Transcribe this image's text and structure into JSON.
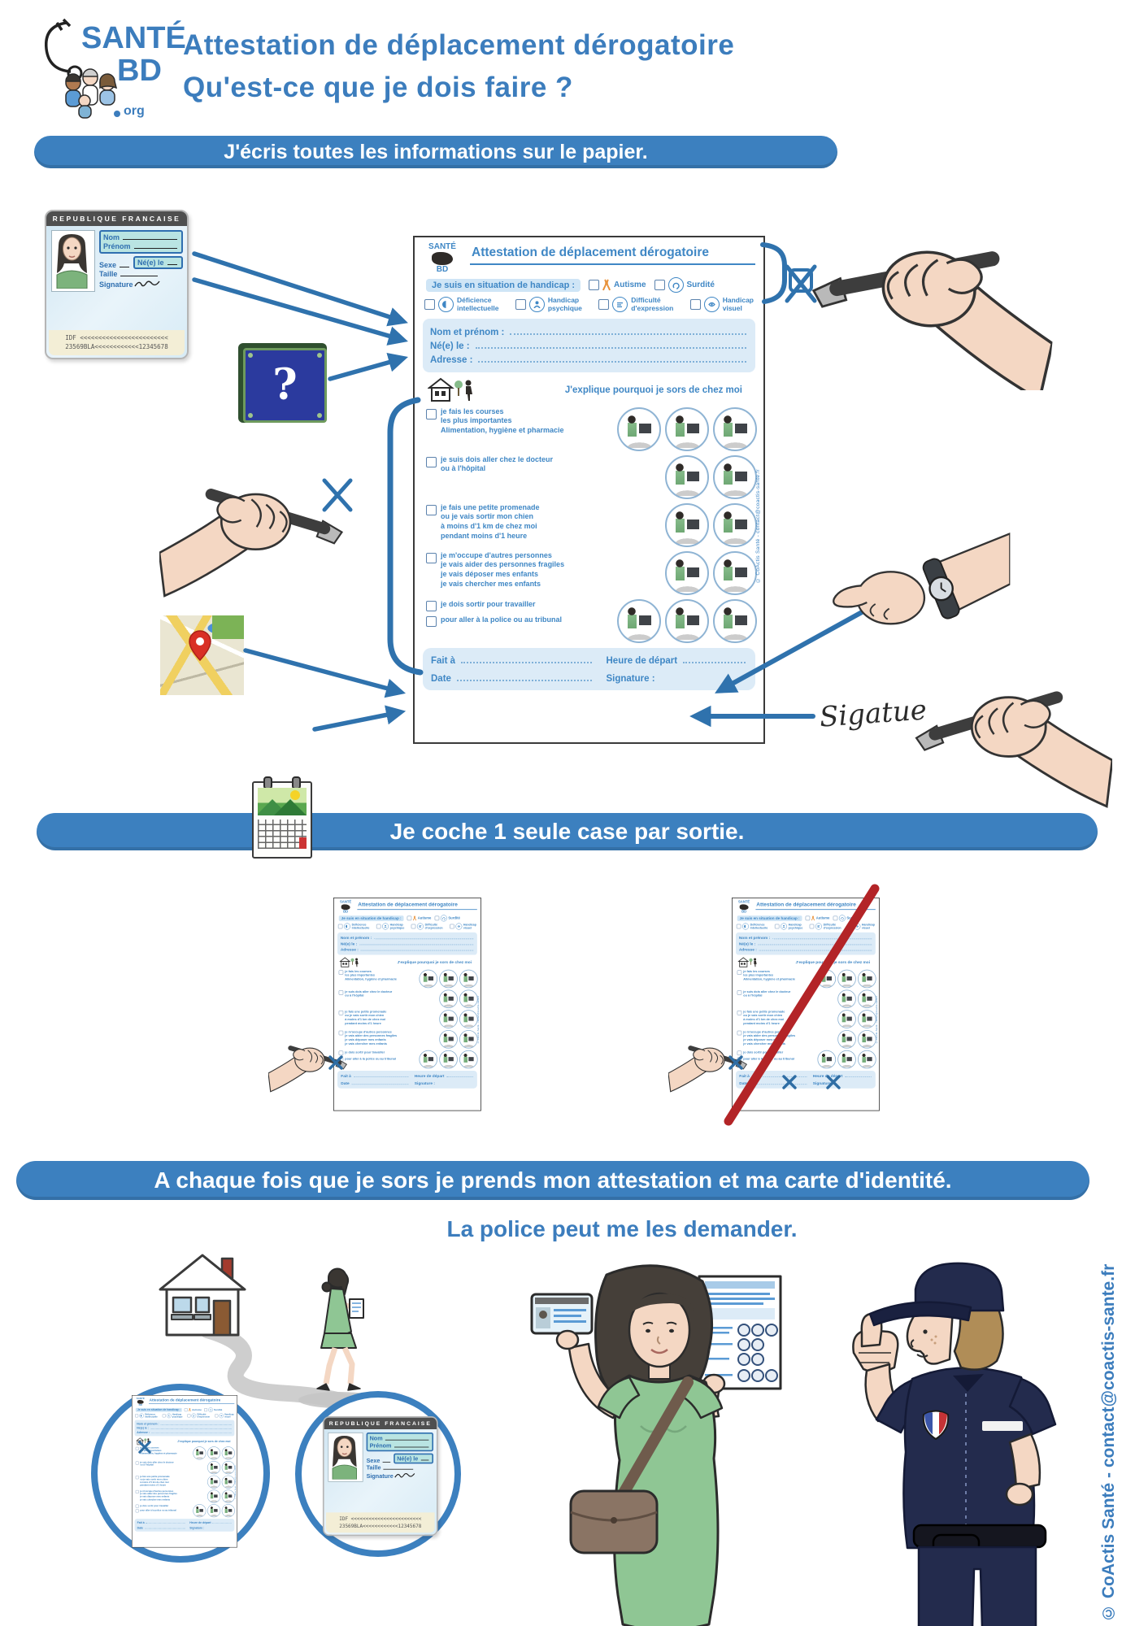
{
  "header": {
    "logo": {
      "sante": "SANTÉ",
      "bd": "BD",
      "org": "org"
    },
    "title_line1": "Attestation de déplacement dérogatoire",
    "title_line2": "Qu'est-ce que je dois faire ?"
  },
  "banners": {
    "b1": "J'écris toutes les informations sur le papier.",
    "b2": "Je coche 1 seule case par sortie.",
    "b3": "A chaque fois que je sors je prends mon attestation et ma carte d'identité.",
    "b3_sub": "La police peut me les demander."
  },
  "id_card": {
    "header": "REPUBLIQUE FRANCAISE",
    "nom": "Nom",
    "prenom": "Prénom",
    "sexe": "Sexe",
    "ne_le": "Né(e) le",
    "taille": "Taille",
    "signature": "Signature",
    "mrz1": "IDF <<<<<<<<<<<<<<<<<<<<<<<<",
    "mrz2": "23569BLA<<<<<<<<<<<<12345678"
  },
  "street_sign": {
    "symbol": "?"
  },
  "form": {
    "title": "Attestation de déplacement dérogatoire",
    "handicap_label": "Je suis en situation de handicap :",
    "opt_autisme": "Autisme",
    "opt_surdite": "Surdité",
    "handicap_row2": [
      {
        "l1": "Déficience",
        "l2": "intellectuelle"
      },
      {
        "l1": "Handicap",
        "l2": "psychique"
      },
      {
        "l1": "Difficulté",
        "l2": "d'expression"
      },
      {
        "l1": "Handicap",
        "l2": "visuel"
      }
    ],
    "fields": {
      "nom": "Nom et prénom :",
      "ne": "Né(e) le :",
      "adresse": "Adresse :"
    },
    "why": "J'explique pourquoi je sors de chez moi",
    "reasons": [
      {
        "lines": [
          "je fais les courses",
          "les plus importantes",
          "Alimentation, hygiène et pharmacie"
        ]
      },
      {
        "lines": [
          "je suis dois aller chez le docteur",
          "ou à l'hôpital"
        ]
      },
      {
        "lines": [
          "je fais une petite promenade",
          "ou je vais sortir mon chien",
          "à moins d'1 km de chez moi",
          "pendant moins d'1 heure"
        ]
      },
      {
        "lines": [
          "je m'occupe d'autres personnes",
          "je vais aider des personnes fragiles",
          "je vais déposer mes enfants",
          "je vais chercher mes enfants"
        ]
      },
      {
        "lines": [
          "je dois sortir pour travailler",
          "pour aller à la police ou au tribunal"
        ]
      }
    ],
    "footer": {
      "fait": "Fait à",
      "date": "Date",
      "heure": "Heure de départ",
      "signature": "Signature :"
    },
    "copyright": "© CoActis Santé - contact@coactis-sante.fr"
  },
  "signature_script": "Sigatue",
  "page_copyright": "© CoActis Santé - contact@coactis-sante.fr",
  "colors": {
    "banner_blue": "#3c80bf",
    "accent_blue": "#3f87c5",
    "ok_green": "#2f9e49",
    "forbidden_red": "#b32427"
  }
}
